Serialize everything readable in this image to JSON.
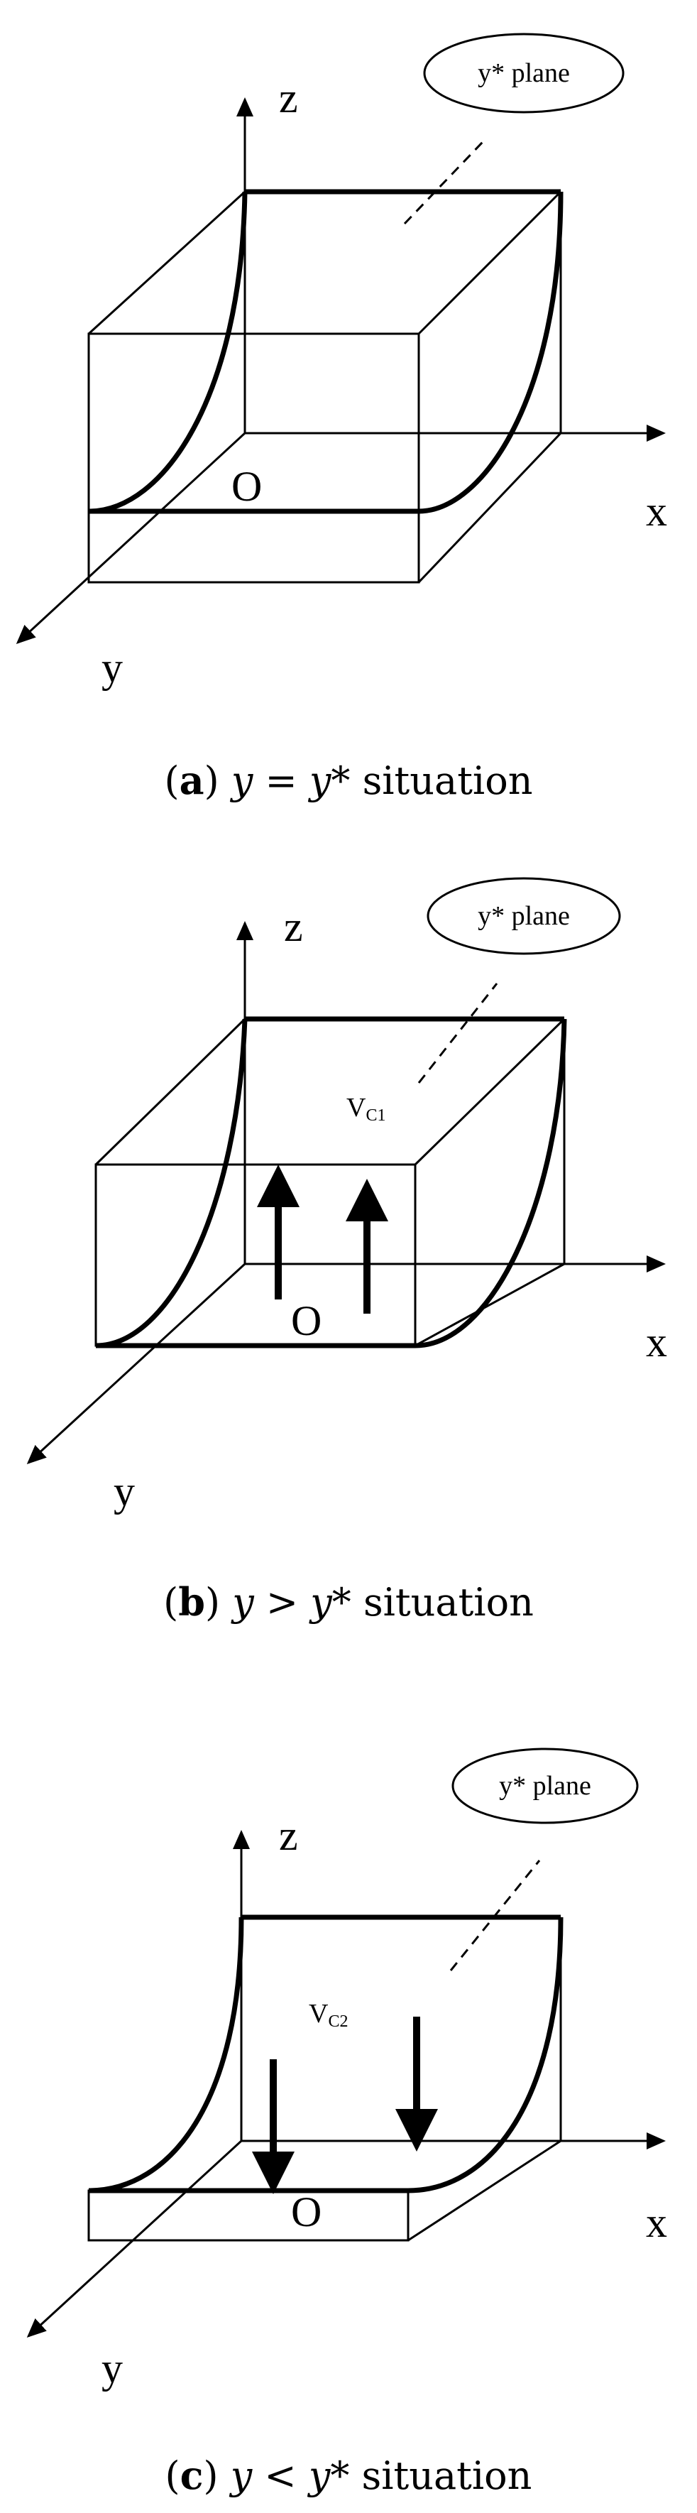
{
  "panels": [
    {
      "axis_x": "x",
      "axis_y": "y",
      "axis_z": "z",
      "origin": "O",
      "callout": "y* plane",
      "velocity_label": "",
      "caption_letter": "a",
      "caption_relation": "y = y*",
      "caption_suffix": "situation"
    },
    {
      "axis_x": "x",
      "axis_y": "y",
      "axis_z": "z",
      "origin": "O",
      "callout": "y* plane",
      "velocity_label": "V",
      "velocity_sub": "C1",
      "caption_letter": "b",
      "caption_relation": "y > y*",
      "caption_suffix": "situation"
    },
    {
      "axis_x": "x",
      "axis_y": "y",
      "axis_z": "z",
      "origin": "O",
      "callout": "y* plane",
      "velocity_label": "V",
      "velocity_sub": "C2",
      "caption_letter": "c",
      "caption_relation": "y < y*",
      "caption_suffix": "situation"
    }
  ]
}
